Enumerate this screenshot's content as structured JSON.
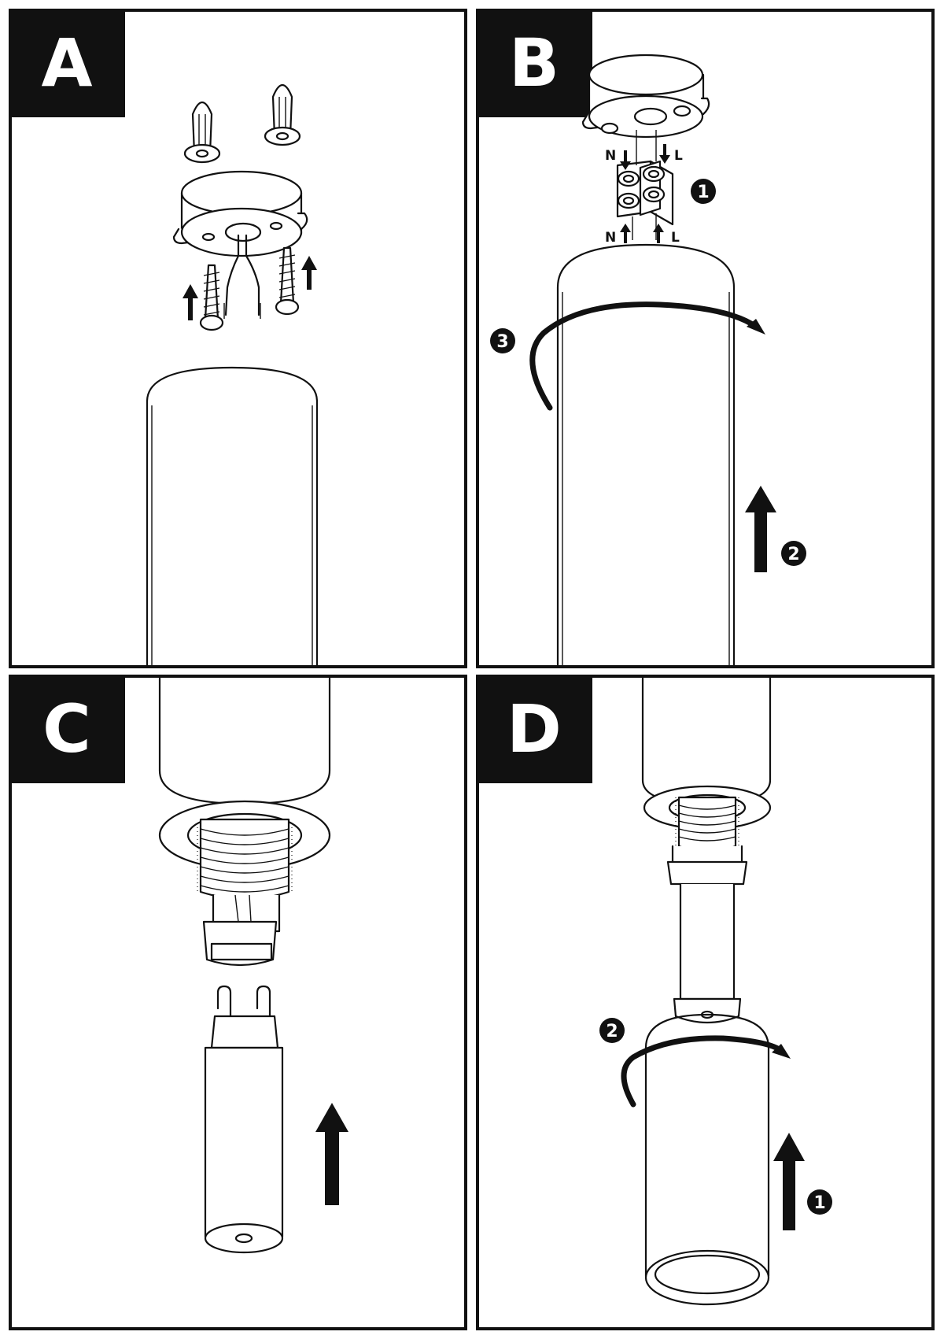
{
  "panels": [
    {
      "label": "A"
    },
    {
      "label": "B",
      "wires": {
        "neutral": "N",
        "live": "L"
      },
      "steps": [
        "1",
        "2",
        "3"
      ]
    },
    {
      "label": "C"
    },
    {
      "label": "D",
      "steps": [
        "1",
        "2"
      ]
    }
  ],
  "colors": {
    "ink": "#111111",
    "paper": "#ffffff"
  }
}
